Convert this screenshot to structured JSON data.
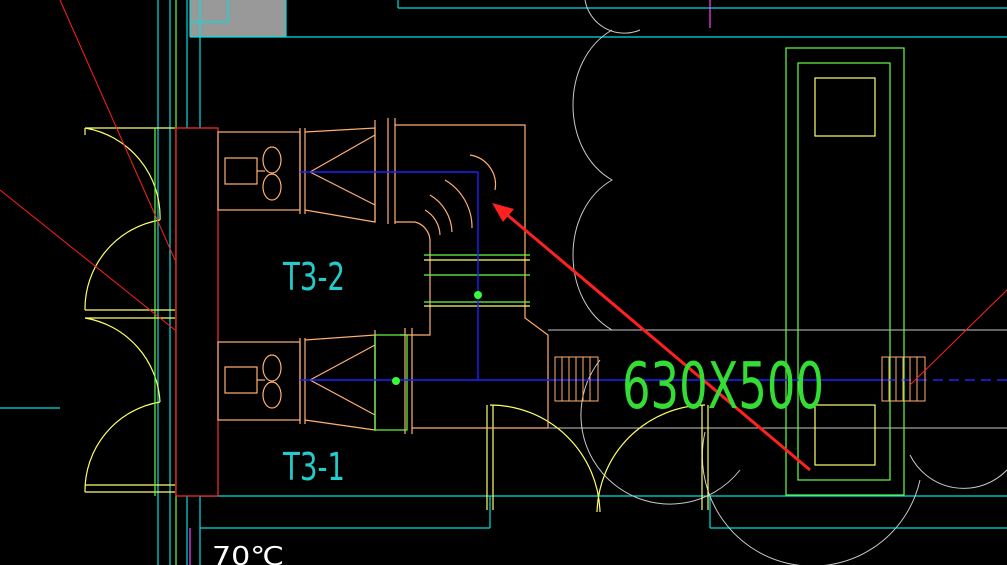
{
  "drawing": {
    "labels": {
      "unit_top": "T3-2",
      "unit_bottom": "T3-1",
      "duct_size": "630X500",
      "temperature": "70℃"
    },
    "colors": {
      "background": "#000000",
      "wall": "#00e0e0",
      "ductwork": "#ffb070",
      "door": "#ffff66",
      "column": "#66ff44",
      "pipe": "#2020ff",
      "annotation": "#ff2020",
      "circle_outline": "#c8c8c8",
      "hatch": "#999999",
      "duct_label": "#33dd33",
      "unit_label": "#22cccc"
    },
    "icons": [
      "fan-icon",
      "damper-icon",
      "valve-icon",
      "arrow-icon"
    ]
  }
}
